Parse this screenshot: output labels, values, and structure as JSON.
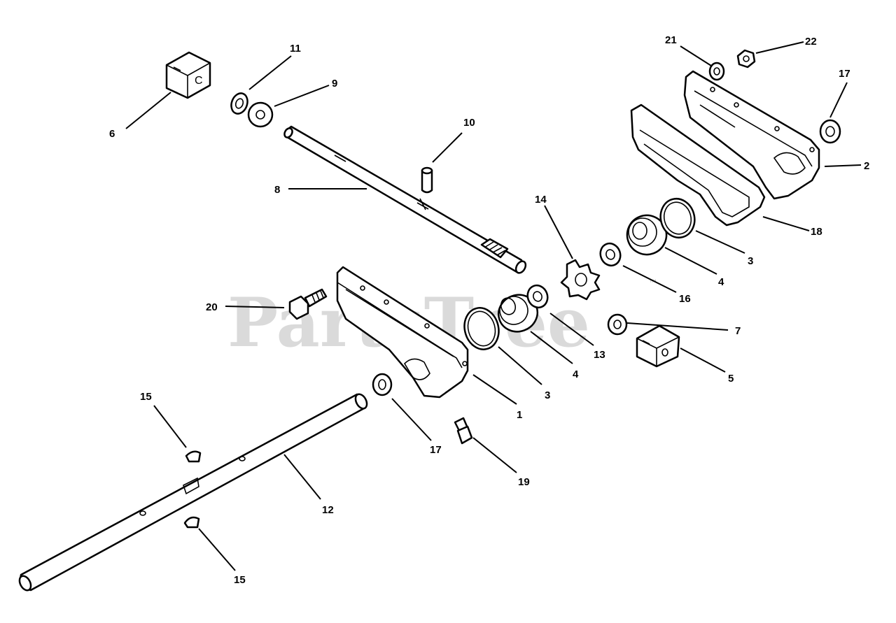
{
  "watermark": {
    "text": "PartsTree",
    "mark": "™"
  },
  "callouts": [
    {
      "id": "c1",
      "label": "1"
    },
    {
      "id": "c2",
      "label": "2"
    },
    {
      "id": "c3a",
      "label": "3"
    },
    {
      "id": "c3b",
      "label": "3"
    },
    {
      "id": "c4a",
      "label": "4"
    },
    {
      "id": "c4b",
      "label": "4"
    },
    {
      "id": "c5",
      "label": "5"
    },
    {
      "id": "c6",
      "label": "6"
    },
    {
      "id": "c7",
      "label": "7"
    },
    {
      "id": "c8",
      "label": "8"
    },
    {
      "id": "c9",
      "label": "9"
    },
    {
      "id": "c10",
      "label": "10"
    },
    {
      "id": "c11",
      "label": "11"
    },
    {
      "id": "c12",
      "label": "12"
    },
    {
      "id": "c13",
      "label": "13"
    },
    {
      "id": "c14",
      "label": "14"
    },
    {
      "id": "c15a",
      "label": "15"
    },
    {
      "id": "c15b",
      "label": "15"
    },
    {
      "id": "c16",
      "label": "16"
    },
    {
      "id": "c17a",
      "label": "17"
    },
    {
      "id": "c17b",
      "label": "17"
    },
    {
      "id": "c18",
      "label": "18"
    },
    {
      "id": "c19",
      "label": "19"
    },
    {
      "id": "c20",
      "label": "20"
    },
    {
      "id": "c21",
      "label": "21"
    },
    {
      "id": "c22",
      "label": "22"
    }
  ],
  "icons": {
    "block6_letter": "C"
  }
}
